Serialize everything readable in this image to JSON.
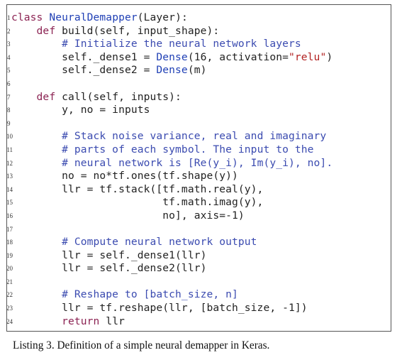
{
  "listing": {
    "line_numbers": [
      "1",
      "2",
      "3",
      "4",
      "5",
      "6",
      "7",
      "8",
      "9",
      "10",
      "11",
      "12",
      "13",
      "14",
      "15",
      "16",
      "17",
      "18",
      "19",
      "20",
      "21",
      "22",
      "23",
      "24"
    ],
    "lines": [
      [
        {
          "t": "class",
          "c": "kw"
        },
        {
          "t": " "
        },
        {
          "t": "NeuralDemapper",
          "c": "fn"
        },
        {
          "t": "(Layer):"
        }
      ],
      [
        {
          "t": "    "
        },
        {
          "t": "def",
          "c": "kw"
        },
        {
          "t": " build(self, input_shape):"
        }
      ],
      [
        {
          "t": "        "
        },
        {
          "t": "# Initialize the neural network layers",
          "c": "cm"
        }
      ],
      [
        {
          "t": "        self._dense1 = "
        },
        {
          "t": "Dense",
          "c": "fn"
        },
        {
          "t": "(16, activation="
        },
        {
          "t": "\"relu\"",
          "c": "st"
        },
        {
          "t": ")"
        }
      ],
      [
        {
          "t": "        self._dense2 = "
        },
        {
          "t": "Dense",
          "c": "fn"
        },
        {
          "t": "(m)"
        }
      ],
      [
        {
          "t": ""
        }
      ],
      [
        {
          "t": "    "
        },
        {
          "t": "def",
          "c": "kw"
        },
        {
          "t": " call(self, inputs):"
        }
      ],
      [
        {
          "t": "        y, no = inputs"
        }
      ],
      [
        {
          "t": ""
        }
      ],
      [
        {
          "t": "        "
        },
        {
          "t": "# Stack noise variance, real and imaginary",
          "c": "cm"
        }
      ],
      [
        {
          "t": "        "
        },
        {
          "t": "# parts of each symbol. The input to the",
          "c": "cm"
        }
      ],
      [
        {
          "t": "        "
        },
        {
          "t": "# neural network is [Re(y_i), Im(y_i), no].",
          "c": "cm"
        }
      ],
      [
        {
          "t": "        no = no*tf.ones(tf.shape(y))"
        }
      ],
      [
        {
          "t": "        llr = tf.stack([tf.math.real(y),"
        }
      ],
      [
        {
          "t": "                        tf.math.imag(y),"
        }
      ],
      [
        {
          "t": "                        no], axis=-1)"
        }
      ],
      [
        {
          "t": ""
        }
      ],
      [
        {
          "t": "        "
        },
        {
          "t": "# Compute neural network output",
          "c": "cm"
        }
      ],
      [
        {
          "t": "        llr = self._dense1(llr)"
        }
      ],
      [
        {
          "t": "        llr = self._dense2(llr)"
        }
      ],
      [
        {
          "t": ""
        }
      ],
      [
        {
          "t": "        "
        },
        {
          "t": "# Reshape to [batch_size, n]",
          "c": "cm"
        }
      ],
      [
        {
          "t": "        llr = tf.reshape(llr, [batch_size, -1])"
        }
      ],
      [
        {
          "t": "        "
        },
        {
          "t": "return",
          "c": "kw"
        },
        {
          "t": " llr"
        }
      ]
    ]
  },
  "caption": "Listing 3.  Definition of a simple neural demapper in Keras."
}
